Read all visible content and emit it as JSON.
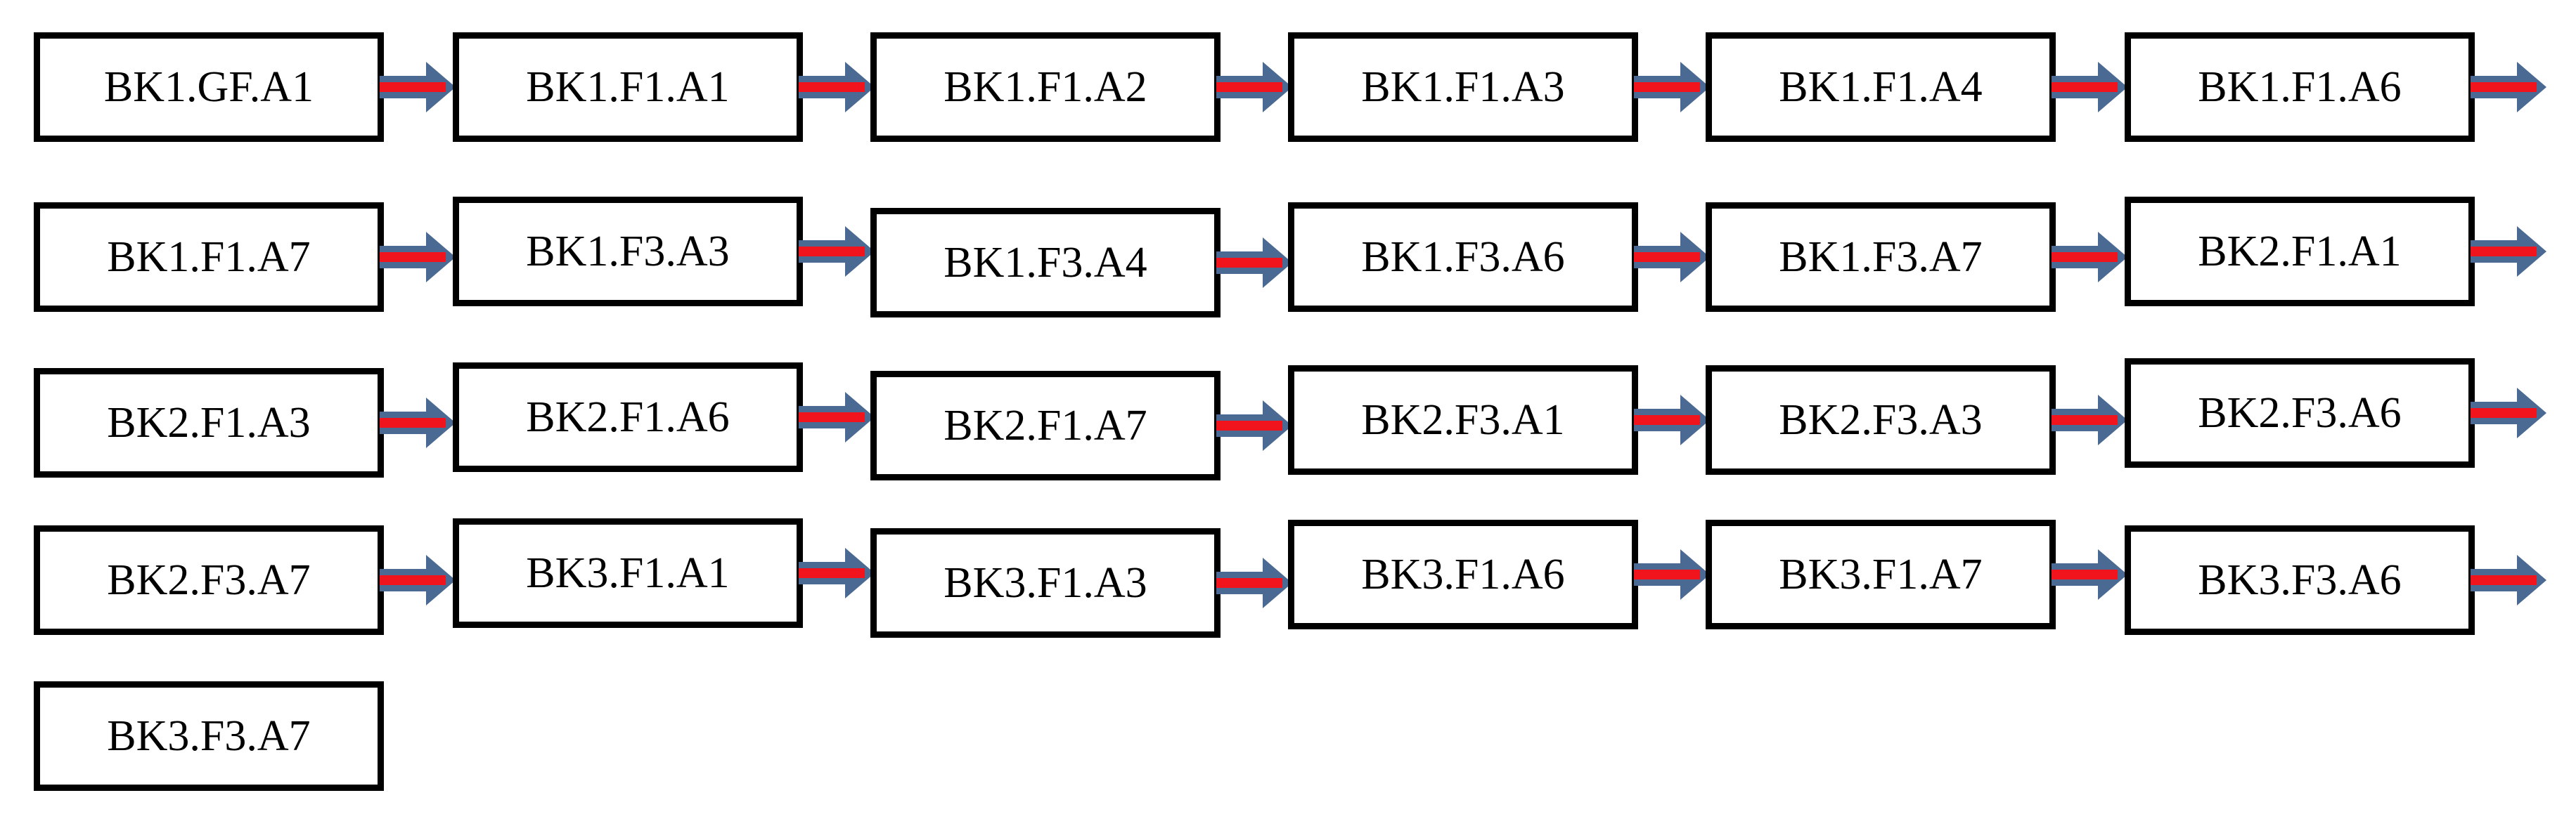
{
  "colors": {
    "box_border": "#000000",
    "box_fill": "#ffffff",
    "text": "#000000",
    "arrow_outline": "#4a6a94",
    "arrow_fill": "#f2141c"
  },
  "icons": {
    "connector": "right-arrow-icon"
  },
  "rows": [
    [
      "BK1.GF.A1",
      "BK1.F1.A1",
      "BK1.F1.A2",
      "BK1.F1.A3",
      "BK1.F1.A4",
      "BK1.F1.A6"
    ],
    [
      "BK1.F1.A7",
      "BK1.F3.A3",
      "BK1.F3.A4",
      "BK1.F3.A6",
      "BK1.F3.A7",
      "BK2.F1.A1"
    ],
    [
      "BK2.F1.A3",
      "BK2.F1.A6",
      "BK2.F1.A7",
      "BK2.F3.A1",
      "BK2.F3.A3",
      "BK2.F3.A6"
    ],
    [
      "BK2.F3.A7",
      "BK3.F1.A1",
      "BK3.F1.A3",
      "BK3.F1.A6",
      "BK3.F1.A7",
      "BK3.F3.A6"
    ],
    [
      "BK3.F3.A7"
    ]
  ]
}
